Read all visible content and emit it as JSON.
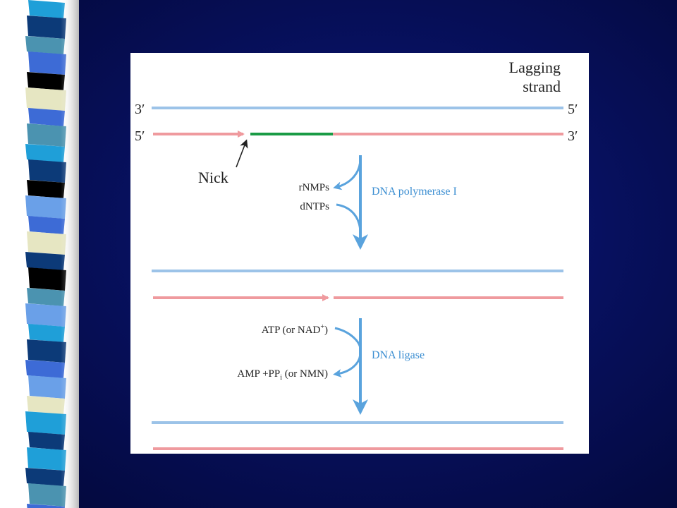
{
  "colors": {
    "template_strand": "#9cc3e8",
    "new_strand": "#ef9a9e",
    "okazaki_rna": "#1a9b45",
    "arrow": "#5aa3dd",
    "enzyme_label": "#3d8fd2",
    "decor_stripes": [
      "#1f9fd8",
      "#4b93b0",
      "#0c3a78",
      "#3d6bd6",
      "#e6e6c2",
      "#000000",
      "#6aa0e8"
    ]
  },
  "diagram": {
    "corner_label_line1": "Lagging",
    "corner_label_line2": "strand",
    "top_left_end": "3′",
    "top_right_end": "5′",
    "bottom_left_end": "5′",
    "bottom_right_end": "3′",
    "nick_label": "Nick",
    "step1": {
      "input": "rNMPs",
      "output": "dNTPs",
      "enzyme": "DNA polymerase I"
    },
    "step2": {
      "input_prefix": "ATP (or NAD",
      "input_sup": "+",
      "input_suffix": ")",
      "output_prefix": "AMP +PP",
      "output_sub": "i",
      "output_suffix": " (or NMN)",
      "enzyme": "DNA ligase"
    }
  }
}
